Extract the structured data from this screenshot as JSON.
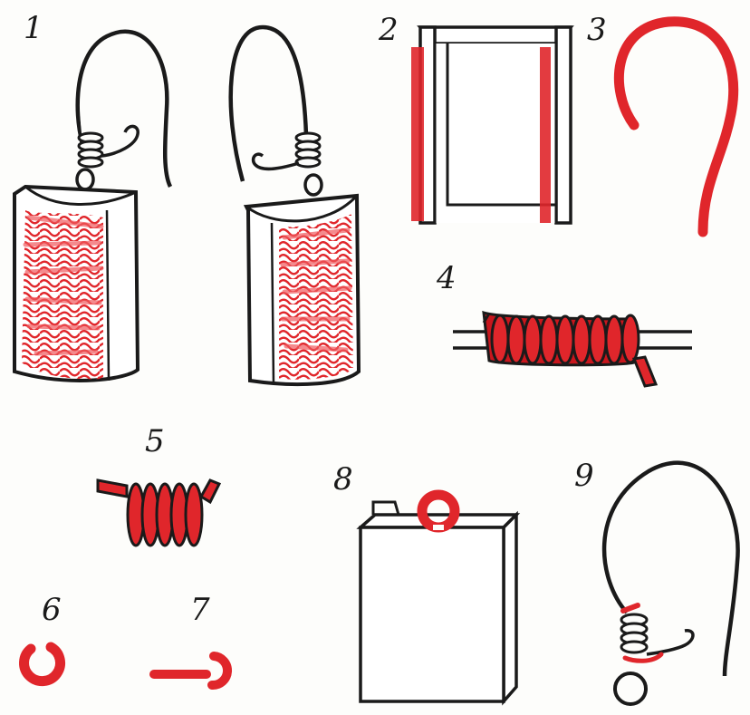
{
  "figure": {
    "labels": {
      "n1": "1",
      "n2": "2",
      "n3": "3",
      "n4": "4",
      "n5": "5",
      "n6": "6",
      "n7": "7",
      "n8": "8",
      "n9": "9"
    },
    "colors": {
      "ink": "#1a1a1a",
      "red": "#e0262b",
      "red_light": "#f05a5e",
      "paper": "#fdfdfb"
    }
  }
}
